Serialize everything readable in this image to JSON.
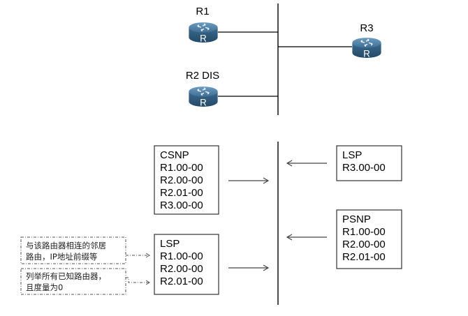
{
  "routers": [
    {
      "id": "r1",
      "label": "R1"
    },
    {
      "id": "r2",
      "label": "R2 DIS"
    },
    {
      "id": "r3",
      "label": "R3"
    }
  ],
  "router_icon_glyph": "R",
  "router_icon_name": "router-icon",
  "colors": {
    "router_body": "#3a6a8e",
    "router_top": "#5b89ad",
    "router_glyph": "#ffffff",
    "line": "#000000",
    "box_border": "#333333",
    "dashed_border": "#555555"
  },
  "pdu_boxes": {
    "csnp": {
      "title": "CSNP",
      "entries": [
        "R1.00-00",
        "R2.00-00",
        "R2.01-00",
        "R3.00-00"
      ]
    },
    "lsp_local": {
      "title": "LSP",
      "entries": [
        "R1.00-00",
        "R2.00-00",
        "R2.01-00"
      ]
    },
    "lsp_r3": {
      "title": "LSP",
      "entries": [
        "R3.00-00"
      ]
    },
    "psnp": {
      "title": "PSNP",
      "entries": [
        "R1.00-00",
        "R2.00-00",
        "R2.01-00"
      ]
    }
  },
  "notes": {
    "neighbors": [
      "与该路由器相连的邻居",
      "路由，IP地址前缀等"
    ],
    "known_routers": [
      "列举所有已知路由器，",
      "且度量为0"
    ]
  }
}
